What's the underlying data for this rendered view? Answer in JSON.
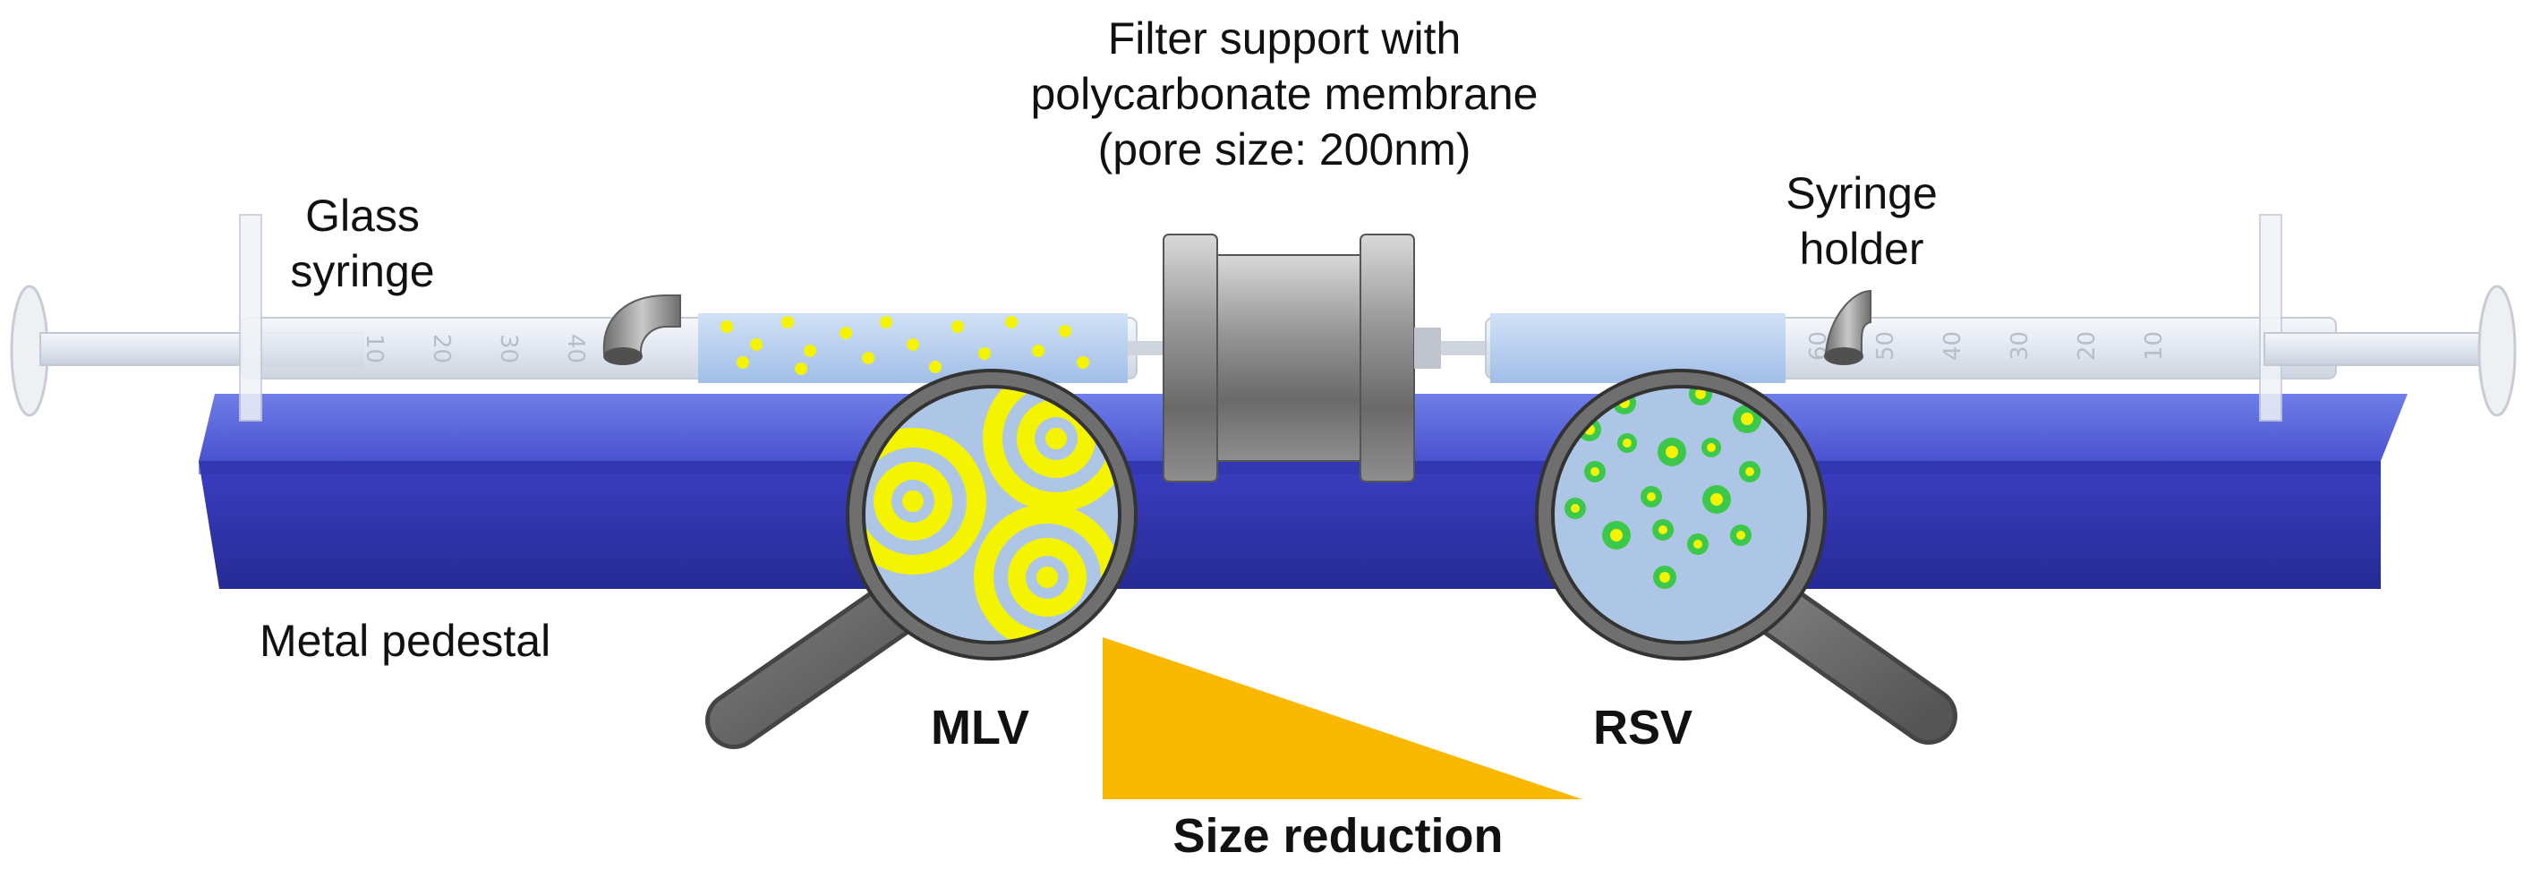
{
  "labels": {
    "filter_line1": "Filter support with",
    "filter_line2": "polycarbonate membrane",
    "filter_line3": "(pore size: 200nm)",
    "glass_line1": "Glass",
    "glass_line2": "syringe",
    "holder_line1": "Syringe",
    "holder_line2": "holder",
    "pedestal": "Metal pedestal",
    "mlv": "MLV",
    "rsv": "RSV",
    "size_reduction": "Size reduction"
  },
  "colors": {
    "pedestal": "#3a3fc0",
    "vesicle_yellow": "#f4f400",
    "lens_fill": "#aec6e6",
    "lens_frame": "#6b6b6b",
    "wedge": "#fbb800",
    "sv_green": "#3cc84a"
  },
  "syringe_scale_left": [
    "10",
    "20",
    "30",
    "40"
  ],
  "syringe_scale_right": [
    "60",
    "50",
    "40",
    "30",
    "20",
    "10"
  ]
}
